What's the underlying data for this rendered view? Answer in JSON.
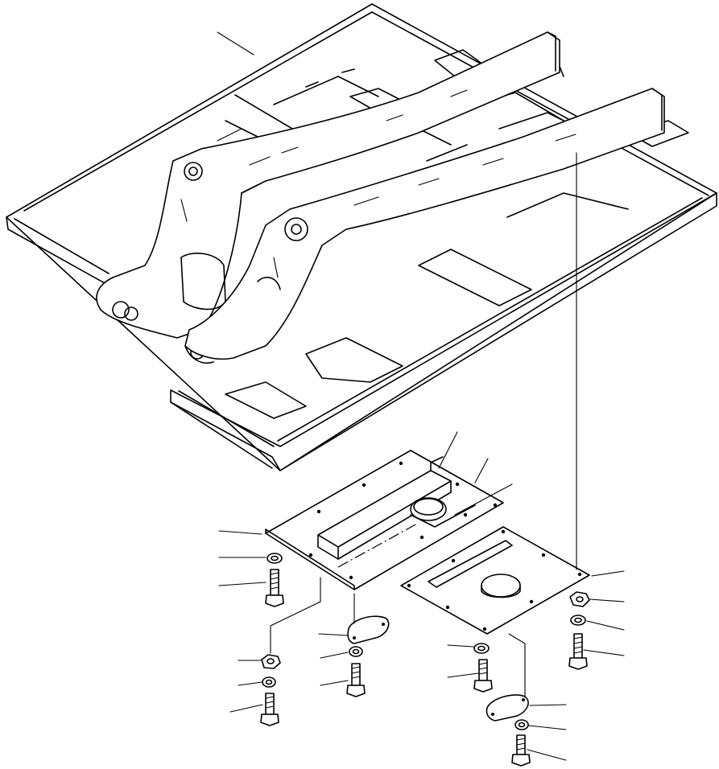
{
  "figure": {
    "subject": "frame-under-cover-assembly",
    "text": ""
  },
  "leaders": {
    "count_left_group": 8,
    "count_right_group": 8,
    "count_top": 3
  }
}
